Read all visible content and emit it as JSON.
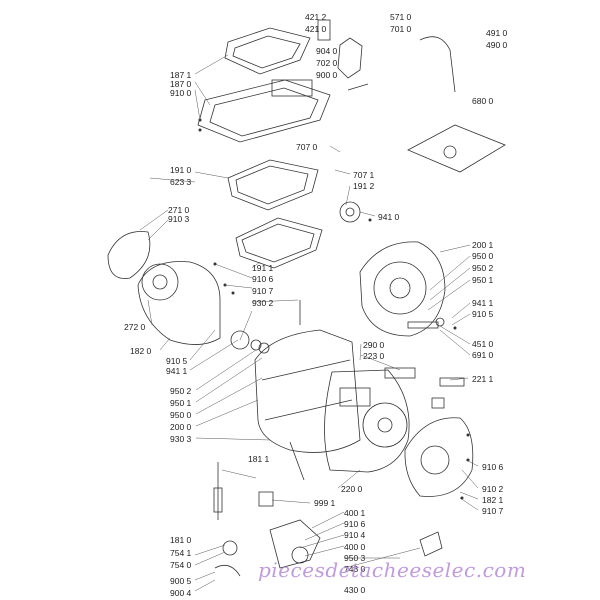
{
  "labels": {
    "l4212": "421 2",
    "l4210": "421 0",
    "l5710": "571 0",
    "l7010": "701 0",
    "l4910": "491 0",
    "l4900": "490 0",
    "l9040": "904 0",
    "l7020": "702 0",
    "l9000": "900 0",
    "l1871": "187 1",
    "l1870": "187 0",
    "l9100": "910 0",
    "l6800": "680 0",
    "l7070": "707 0",
    "l7071": "707 1",
    "l1910": "191 0",
    "l6233": "623 3",
    "l1912": "191 2",
    "l9410": "941 0",
    "l2710": "271 0",
    "l9103": "910 3",
    "l2001": "200 1",
    "l9500a": "950 0",
    "l9502a": "950 2",
    "l9501a": "950 1",
    "l1911": "191 1",
    "l9106a": "910 6",
    "l9107a": "910 7",
    "l9302": "930 2",
    "l9411": "941 1",
    "l9105": "910 5",
    "l2720": "272 0",
    "l4510": "451 0",
    "l6910": "691 0",
    "l1820": "182 0",
    "l9105b": "910 5",
    "l9411b": "941 1",
    "l2900": "290 0",
    "l2230": "223 0",
    "l2211": "221 1",
    "l9502b": "950 2",
    "l9501b": "950 1",
    "l9500b": "950 0",
    "l2000": "200 0",
    "l9303": "930 3",
    "l1811": "181 1",
    "l9106b": "910 6",
    "l9991": "999 1",
    "l2200": "220 0",
    "l9102": "910 2",
    "l1821": "182 1",
    "l9107b": "910 7",
    "l4001": "400 1",
    "l1810": "181 0",
    "l9106c": "910 6",
    "l9104": "910 4",
    "l7541": "754 1",
    "l4000": "400 0",
    "l7540": "754 0",
    "l9503": "950 3",
    "l7430": "743 0",
    "l9005": "900 5",
    "l9004": "900 4",
    "l4300": "430 0"
  },
  "watermark": "piecesdetacheeselec.com"
}
